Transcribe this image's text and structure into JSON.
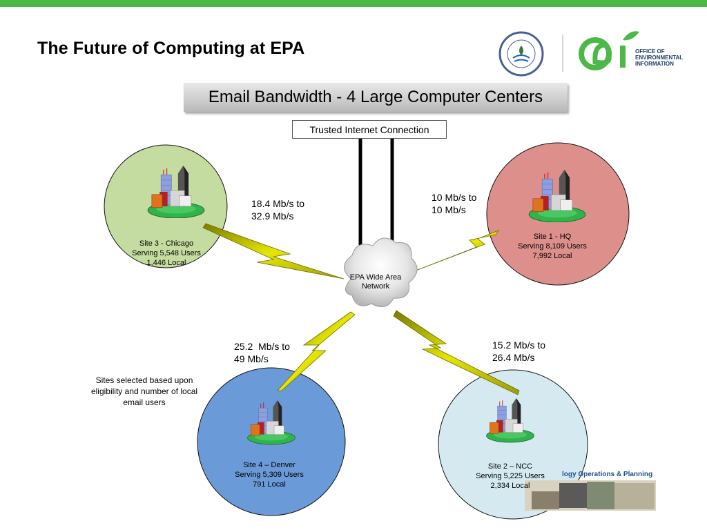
{
  "slide": {
    "title": "The Future of Computing at EPA",
    "subtitle": "Email Bandwidth - 4 Large Computer Centers",
    "note": "Sites selected based upon eligibility and number of local email users"
  },
  "logos": {
    "epa_seal_icon": "epa-seal",
    "oei_mark": "oei",
    "oei_text": [
      "OFFICE OF",
      "ENVIRONMENTAL",
      "INFORMATION"
    ],
    "footer_banner": "logy Operations & Planning"
  },
  "network": {
    "tic_label": "Trusted Internet Connection",
    "cloud_label": [
      "EPA Wide Area",
      "Network"
    ]
  },
  "sites": [
    {
      "key": "chicago",
      "lines": [
        "Site 3 - Chicago",
        "Serving 5,548 Users",
        "1,446 Local"
      ],
      "color": "#c5dca0",
      "bandwidth": [
        "18.4 Mb/s to",
        "32.9 Mb/s"
      ]
    },
    {
      "key": "hq",
      "lines": [
        "Site 1 - HQ",
        "Serving 8,109 Users",
        "7,992 Local"
      ],
      "color": "#dc8f8b",
      "bandwidth": [
        "10 Mb/s to",
        "10 Mb/s"
      ]
    },
    {
      "key": "denver",
      "lines": [
        "Site 4 – Denver",
        "Serving 5,309 Users",
        "791 Local"
      ],
      "color": "#6b9ad8",
      "bandwidth": [
        "25.2  Mb/s to",
        "49 Mb/s"
      ]
    },
    {
      "key": "ncc",
      "lines": [
        "Site 2 – NCC",
        "Serving 5,225 Users",
        "2,334 Local"
      ],
      "color": "#d4eaf0",
      "bandwidth": [
        "15.2 Mb/s to",
        "26.4 Mb/s"
      ]
    }
  ],
  "colors": {
    "topbar": "#4cb848",
    "lightning_bolt": "#e6e600",
    "oei_green": "#4cb848",
    "oei_navy": "#1f3e6b"
  }
}
